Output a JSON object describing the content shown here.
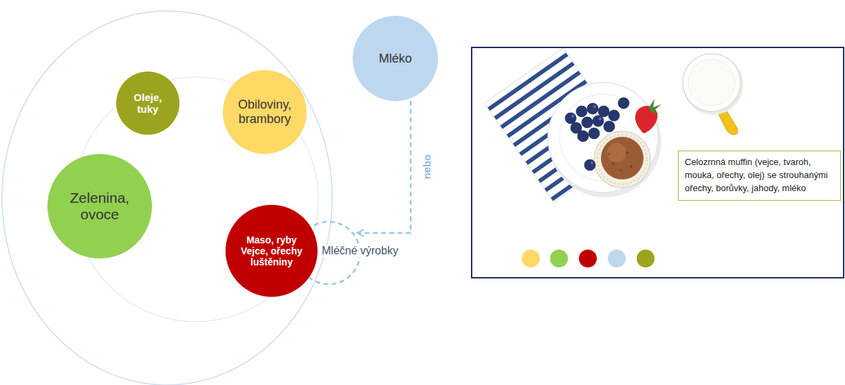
{
  "diagram": {
    "nodes": [
      {
        "text": [
          "Oleje, tuky"
        ]
      },
      {
        "text": [
          "Obiloviny, brambory"
        ]
      },
      {
        "text": [
          "Mléko"
        ]
      },
      {
        "text": [
          "Zelenina, ovoce"
        ]
      },
      {
        "text": [
          "Maso, ryby Vejce, ořechy luštěniny"
        ]
      },
      {
        "text": [
          "Mléčné výrobky"
        ]
      },
      {
        "text": [
          "Celozrnná muffin (vejce, tvaroh, mouka, ořechy, olej) se strouhanými ořechy, borůvky, jahody, mléko"
        ]
      }
    ],
    "edges": [
      {
        "from": 2,
        "to": 5,
        "arrow": "to",
        "label": "nebo"
      }
    ]
  }
}
